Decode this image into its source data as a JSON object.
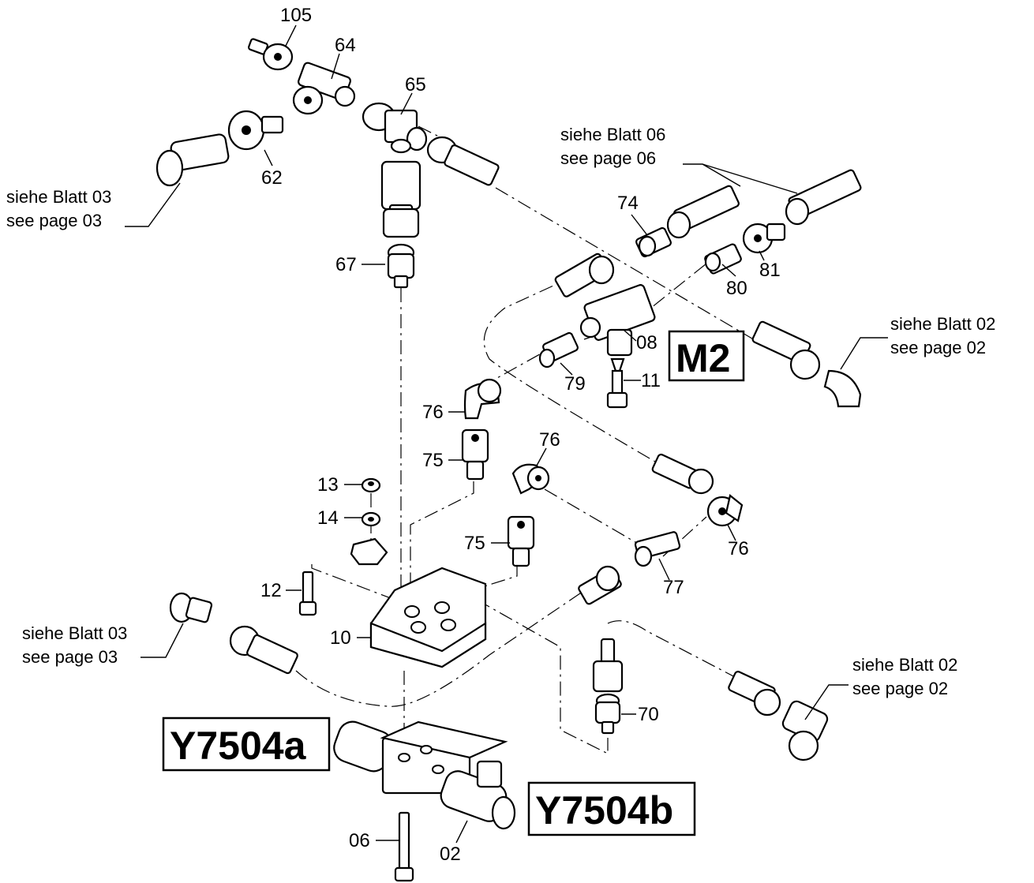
{
  "callouts": {
    "c105": "105",
    "c64": "64",
    "c65": "65",
    "c62": "62",
    "c67": "67",
    "c74": "74",
    "c80": "80",
    "c81": "81",
    "c08": "08",
    "c11": "11",
    "c79": "79",
    "c76a": "76",
    "c75a": "75",
    "c76b": "76",
    "c76c": "76",
    "c75b": "75",
    "c77": "77",
    "c13": "13",
    "c14": "14",
    "c12": "12",
    "c10": "10",
    "c70": "70",
    "c06": "06",
    "c02": "02"
  },
  "references": {
    "sheet03_top": {
      "de": "siehe Blatt 03",
      "en": "see page 03"
    },
    "sheet06": {
      "de": "siehe Blatt 06",
      "en": "see page 06"
    },
    "sheet02_right": {
      "de": "siehe Blatt 02",
      "en": "see page 02"
    },
    "sheet03_bottom": {
      "de": "siehe Blatt 03",
      "en": "see page 03"
    },
    "sheet02_bottom": {
      "de": "siehe Blatt 02",
      "en": "see page 02"
    }
  },
  "component_labels": {
    "m2": "M2",
    "y7504a": "Y7504a",
    "y7504b": "Y7504b"
  }
}
